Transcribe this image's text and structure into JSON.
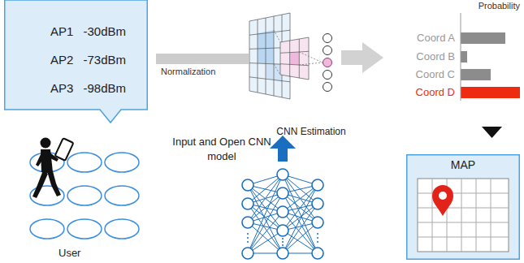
{
  "diagram": {
    "nodes": [
      {
        "text": [
          "AP1 -30dBm",
          "AP2 -73dBm",
          "AP3 -98dBm"
        ]
      },
      {
        "text": [
          "MAP"
        ]
      }
    ],
    "labels": [
      "Normalization",
      "CNN Estimation",
      "Input and Open CNN model",
      "User",
      "Probability",
      "Coord A",
      "Coord B",
      "Coord C",
      "Coord D"
    ]
  }
}
